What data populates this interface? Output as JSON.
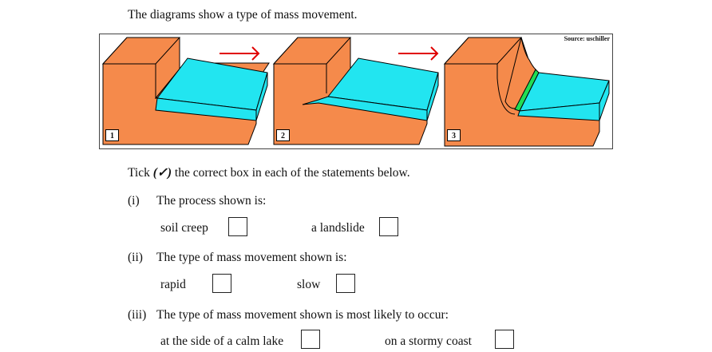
{
  "intro": "The diagrams show a type of mass movement.",
  "figure": {
    "source": "Source: uschiller",
    "panels": [
      "1",
      "2",
      "3"
    ],
    "colors": {
      "rock": "#F58A4B",
      "water": "#22E5F0",
      "slip": "#22DD55",
      "arrow": "#E00000"
    }
  },
  "instruction": {
    "before": "Tick ",
    "mark": "(✓)",
    "after": " the correct box in each of the statements below."
  },
  "questions": [
    {
      "num": "(i)",
      "text": "The process shown is:",
      "options": [
        "soil creep",
        "a landslide"
      ]
    },
    {
      "num": "(ii)",
      "text": "The type of mass movement shown is:",
      "options": [
        "rapid",
        "slow"
      ]
    },
    {
      "num": "(iii)",
      "text": "The type of mass movement shown is most likely to occur:",
      "options": [
        "at the side of a calm lake",
        "on a stormy coast"
      ]
    }
  ]
}
